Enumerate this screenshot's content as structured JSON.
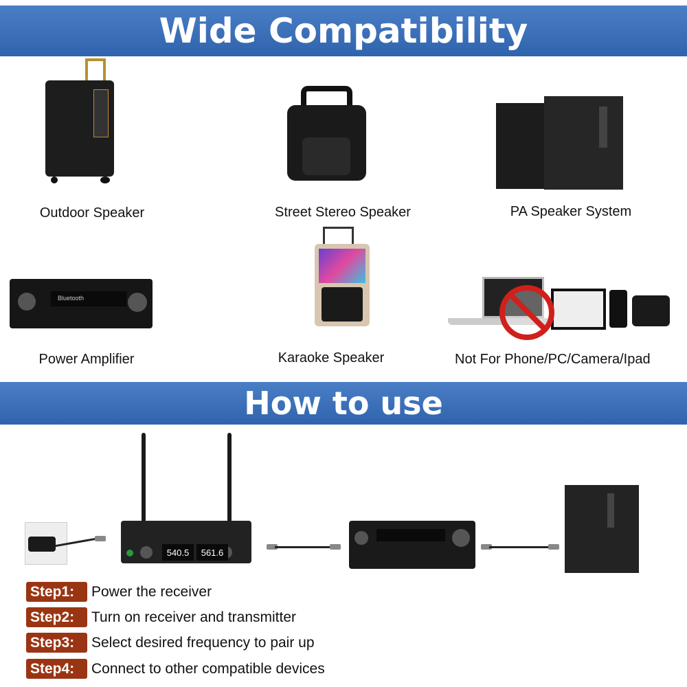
{
  "header": {
    "title": "Wide Compatibility"
  },
  "products": [
    {
      "label": "Outdoor Speaker"
    },
    {
      "label": "Street Stereo Speaker"
    },
    {
      "label": "PA Speaker System"
    },
    {
      "label": "Power Amplifier"
    },
    {
      "label": "Karaoke Speaker"
    },
    {
      "label": "Not For Phone/PC/Camera/Ipad"
    }
  ],
  "amp_display": "Bluetooth",
  "how": {
    "title": "How to use",
    "receiver_display": [
      "540.5",
      "561.6"
    ],
    "steps": [
      {
        "badge": "Step1:",
        "text": "Power the receiver"
      },
      {
        "badge": "Step2:",
        "text": "Turn on receiver and transmitter"
      },
      {
        "badge": "Step3:",
        "text": "Select desired frequency to pair up"
      },
      {
        "badge": "Step4:",
        "text": "Connect to other compatible devices"
      }
    ]
  },
  "colors": {
    "banner": "#3a6fb8",
    "badge": "#9a3513",
    "prohibit": "#d0201c"
  }
}
